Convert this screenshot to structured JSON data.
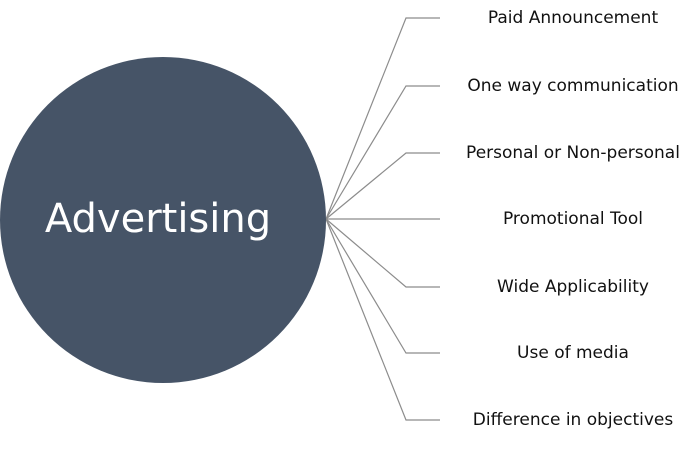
{
  "hub": {
    "label": "Advertising",
    "color": "#465467"
  },
  "branches": [
    {
      "label": "Paid Announcement"
    },
    {
      "label": "One way communication"
    },
    {
      "label": "Personal or Non-personal"
    },
    {
      "label": "Promotional Tool"
    },
    {
      "label": "Wide Applicability"
    },
    {
      "label": "Use of media"
    },
    {
      "label": "Difference in objectives"
    }
  ]
}
